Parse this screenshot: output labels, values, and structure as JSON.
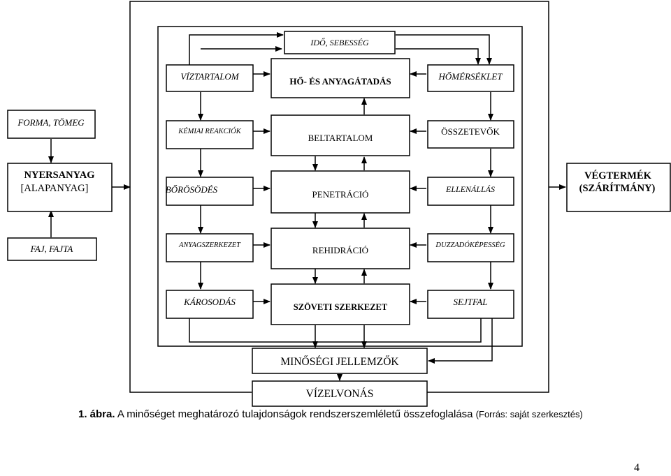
{
  "boxes": {
    "ido_sebesseg": "IDŐ, SEBESSÉG",
    "viztartalom": "VÍZTARTALOM",
    "ho_anyagatadas": "HŐ- ÉS ANYAGÁTADÁS",
    "homerseklet": "HŐMÉRSÉKLET",
    "forma_tomeg": "FORMA, TÖMEG",
    "kemiai_reakciok": "KÉMIAI REAKCIÓK",
    "beltartalom": "BELTARTALOM",
    "osszetevok": "ÖSSZETEVŐK",
    "nyersanyag_1": "NYERSANYAG",
    "nyersanyag_2": "[ALAPANYAG]",
    "borosodes": "BŐRÖSÖDÉS",
    "penetracio": "PENETRÁCIÓ",
    "ellenallas": "ELLENÁLLÁS",
    "vegtermek_1": "VÉGTERMÉK",
    "vegtermek_2": "(SZÁRÍTMÁNY)",
    "faj_fajta": "FAJ, FAJTA",
    "anyagszerkezet": "ANYAGSZERKEZET",
    "rehidracio": "REHIDRÁCIÓ",
    "duzzadokepesseg": "DUZZADÓKÉPESSÉG",
    "karosodas": "KÁROSODÁS",
    "szoveti_szerkezet": "SZÖVETI SZERKEZET",
    "sejtfal": "SEJTFAL",
    "minosegi_jellemzok": "MINŐSÉGI JELLEMZŐK",
    "vizelvonas": "VÍZELVONÁS"
  },
  "caption": {
    "number": "1. ábra.",
    "text": " A minőséget meghatározó tulajdonságok rendszerszemléletű összefoglalása ",
    "source": "(Forrás: saját szerkesztés)"
  },
  "page_number": "4"
}
